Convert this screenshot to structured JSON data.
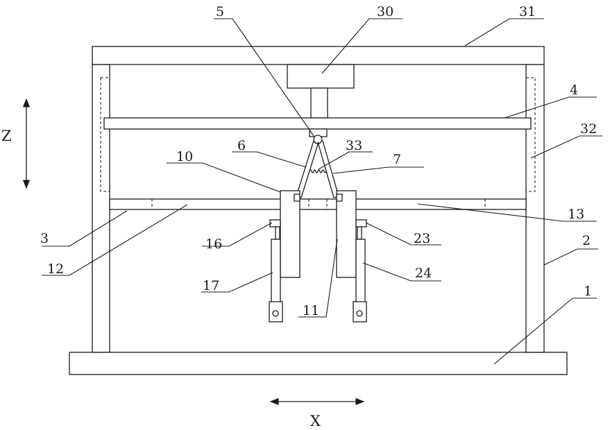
{
  "labels": {
    "l1": "1",
    "l2": "2",
    "l3": "3",
    "l4": "4",
    "l5": "5",
    "l6": "6",
    "l7": "7",
    "l10": "10",
    "l11": "11",
    "l12": "12",
    "l13": "13",
    "l16": "16",
    "l17": "17",
    "l23": "23",
    "l24": "24",
    "l30": "30",
    "l31": "31",
    "l32": "32",
    "l33": "33"
  },
  "axes": {
    "z": "Z",
    "x": "X"
  }
}
